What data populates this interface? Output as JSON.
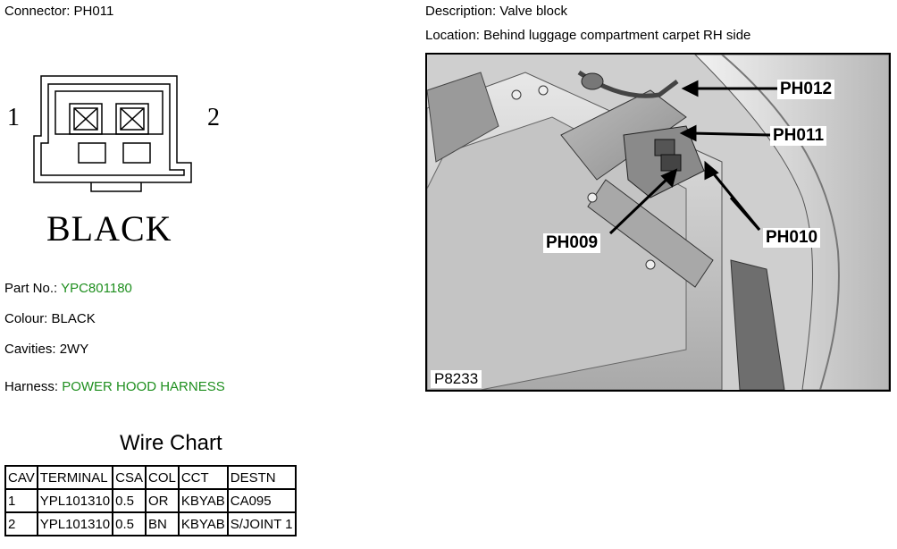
{
  "connector": {
    "label": "Connector:",
    "value": "PH011"
  },
  "description": {
    "label": "Description:",
    "value": "Valve block"
  },
  "location": {
    "label": "Location:",
    "value": "Behind luggage compartment carpet RH side"
  },
  "diagram": {
    "pin_left": "1",
    "pin_right": "2",
    "color_word": "BLACK"
  },
  "part_no": {
    "label": "Part No.:",
    "value": "YPC801180"
  },
  "colour": {
    "label": "Colour:",
    "value": "BLACK"
  },
  "cavities": {
    "label": "Cavities:",
    "value": "2WY"
  },
  "harness": {
    "label": "Harness:",
    "value": "POWER HOOD HARNESS"
  },
  "wire_chart": {
    "title": "Wire Chart",
    "headers": [
      "CAV",
      "TERMINAL",
      "CSA",
      "COL",
      "CCT",
      "DESTN"
    ],
    "rows": [
      [
        "1",
        "YPL101310",
        "0.5",
        "OR",
        "KBYAB",
        "CA095"
      ],
      [
        "2",
        "YPL101310",
        "0.5",
        "BN",
        "KBYAB",
        "S/JOINT 1"
      ]
    ]
  },
  "photo": {
    "callouts": [
      "PH012",
      "PH011",
      "PH009",
      "PH010"
    ],
    "ref_code": "P8233"
  },
  "colors": {
    "link_green": "#1f8f1f",
    "photo_gray": "#d6d6d6"
  }
}
